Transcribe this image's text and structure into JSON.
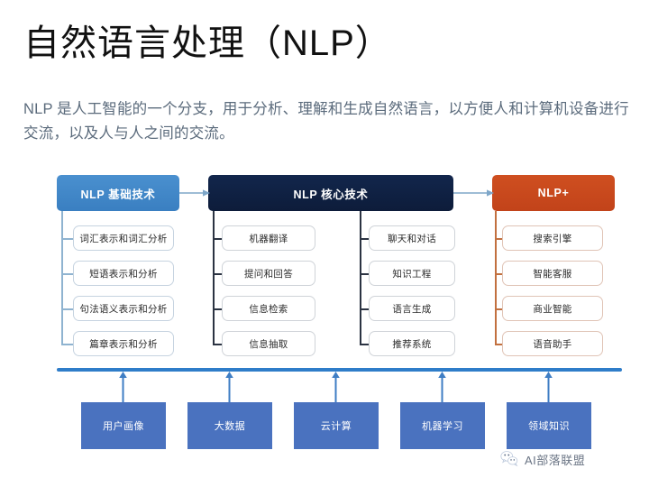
{
  "page": {
    "title": "自然语言处理（NLP）",
    "subtitle": "NLP 是人工智能的一个分支，用于分析、理解和生成自然语言，以方便人和计算机设备进行交流，以及人与人之间的交流。"
  },
  "colors": {
    "basic_blue": "#3a7fc1",
    "core_navy": "#12264c",
    "plus_orange": "#c2431a",
    "baseline_blue": "#2f7dc9",
    "foundation_blue": "#4a72bf",
    "leaf_border": "#c9d4de",
    "title_black": "#111111",
    "subtitle_gray": "#5b6b7c"
  },
  "diagram": {
    "bands": [
      {
        "id": "basic",
        "label": "NLP 基础技术"
      },
      {
        "id": "core",
        "label": "NLP 核心技术"
      },
      {
        "id": "plus",
        "label": "NLP+"
      }
    ],
    "arrows": [
      {
        "id": "basic-to-core",
        "icon": "arrow-right-icon"
      },
      {
        "id": "core-to-plus",
        "icon": "arrow-right-icon"
      }
    ],
    "columns": [
      {
        "id": "basic",
        "parent": "NLP 基础技术",
        "items": [
          "词汇表示和词汇分析",
          "短语表示和分析",
          "句法语义表示和分析",
          "篇章表示和分析"
        ]
      },
      {
        "id": "core-left",
        "parent": "NLP 核心技术",
        "items": [
          "机器翻译",
          "提问和回答",
          "信息检索",
          "信息抽取"
        ]
      },
      {
        "id": "core-right",
        "parent": "NLP 核心技术",
        "items": [
          "聊天和对话",
          "知识工程",
          "语言生成",
          "推荐系统"
        ]
      },
      {
        "id": "plus",
        "parent": "NLP+",
        "items": [
          "搜索引擎",
          "智能客服",
          "商业智能",
          "语音助手"
        ]
      }
    ],
    "foundation": {
      "baseline_icon": "horizontal-rule-icon",
      "items": [
        "用户画像",
        "大数据",
        "云计算",
        "机器学习",
        "领域知识"
      ],
      "arrow_icon": "arrow-up-icon"
    }
  },
  "watermark": {
    "icon": "wechat-icon",
    "label": "AI部落联盟"
  }
}
